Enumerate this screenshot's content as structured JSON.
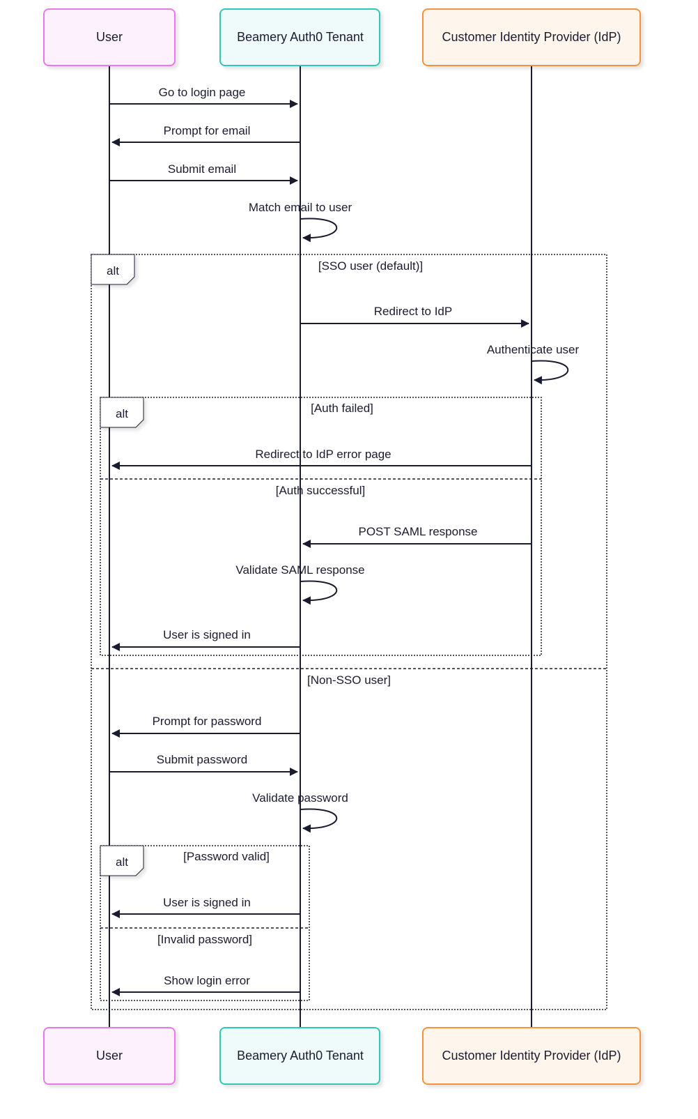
{
  "diagram": {
    "type": "sequence",
    "participants": [
      {
        "id": "user",
        "label": "User",
        "border": "#e879e8",
        "fill": "#fdf1fd"
      },
      {
        "id": "auth0",
        "label": "Beamery Auth0 Tenant",
        "border": "#2ec8b6",
        "fill": "#effbfa"
      },
      {
        "id": "idp",
        "label": "Customer Identity Provider (IdP)",
        "border": "#f5923e",
        "fill": "#fef5ec"
      }
    ],
    "messages": [
      {
        "from": "user",
        "to": "auth0",
        "label": "Go to login page"
      },
      {
        "from": "auth0",
        "to": "user",
        "label": "Prompt for email"
      },
      {
        "from": "user",
        "to": "auth0",
        "label": "Submit email"
      },
      {
        "from": "auth0",
        "to": "auth0",
        "label": "Match email to user"
      },
      {
        "from": "auth0",
        "to": "idp",
        "label": "Redirect to IdP"
      },
      {
        "from": "idp",
        "to": "idp",
        "label": "Authenticate user"
      },
      {
        "from": "idp",
        "to": "user",
        "label": "Redirect to IdP error page"
      },
      {
        "from": "idp",
        "to": "auth0",
        "label": "POST SAML response"
      },
      {
        "from": "auth0",
        "to": "auth0",
        "label": "Validate SAML response"
      },
      {
        "from": "auth0",
        "to": "user",
        "label": "User is signed in"
      },
      {
        "from": "auth0",
        "to": "user",
        "label": "Prompt for password"
      },
      {
        "from": "user",
        "to": "auth0",
        "label": "Submit password"
      },
      {
        "from": "auth0",
        "to": "auth0",
        "label": "Validate password"
      },
      {
        "from": "auth0",
        "to": "user",
        "label": "User is signed in"
      },
      {
        "from": "auth0",
        "to": "user",
        "label": "Show login error"
      }
    ],
    "fragments": [
      {
        "kind": "alt",
        "conditions": [
          "[SSO user (default)]",
          "[Non-SSO user]"
        ]
      },
      {
        "kind": "alt",
        "conditions": [
          "[Auth failed]",
          "[Auth successful]"
        ]
      },
      {
        "kind": "alt",
        "conditions": [
          "[Password valid]",
          "[Invalid password]"
        ]
      }
    ],
    "line_color": "#1b1b2f"
  }
}
